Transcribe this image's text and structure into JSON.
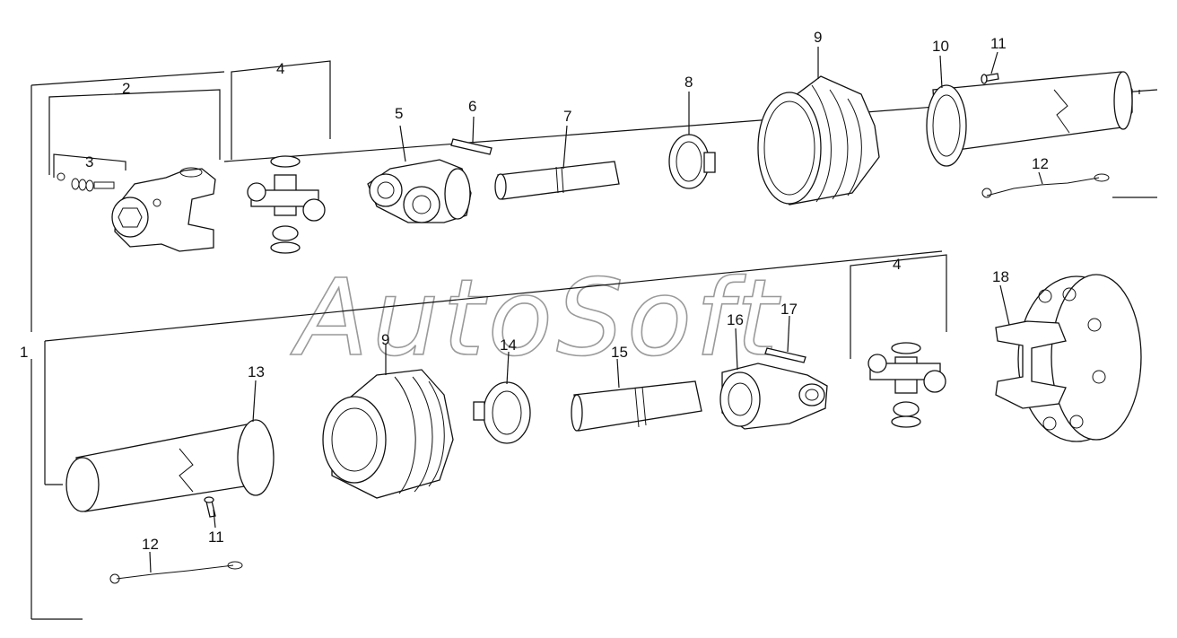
{
  "watermark": "AutoSoft",
  "callouts": {
    "group_1": "1",
    "group_2": "2",
    "group_3": "3",
    "cross_4_top": "4",
    "cross_4_bottom": "4",
    "yoke_5": "5",
    "pin_6": "6",
    "tube_7": "7",
    "ring_8": "8",
    "boot_9_top": "9",
    "boot_9_bottom": "9",
    "guard_10": "10",
    "screw_11_top": "11",
    "screw_11_bottom": "11",
    "chain_12_top": "12",
    "chain_12_bottom": "12",
    "guard_13": "13",
    "ring_14": "14",
    "tube_15": "15",
    "yoke_16": "16",
    "pin_17": "17",
    "flange_yoke_18": "18"
  }
}
